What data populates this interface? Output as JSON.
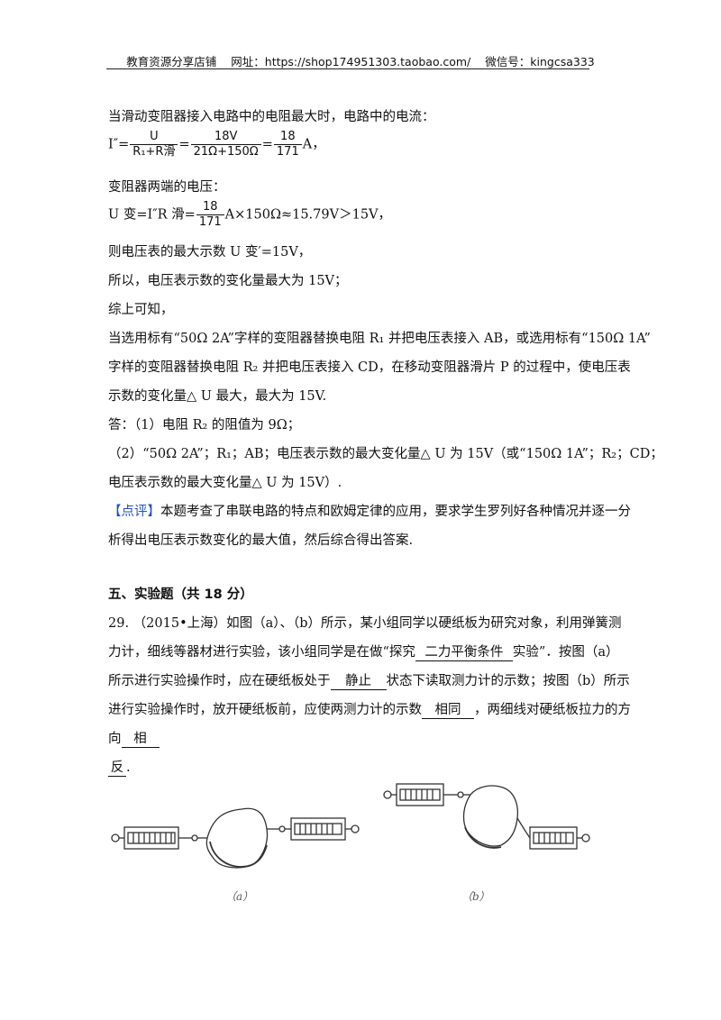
{
  "header": {
    "shop": "教育资源分享店铺",
    "url_label": "网址：https://shop174951303.taobao.com/",
    "wechat": "微信号：kingcsa333"
  },
  "lines": {
    "l1": "当滑动变阻器接入电路中的电阻最大时，电路中的电流：",
    "f1_lhs": "I″=",
    "f1_n1": "U",
    "f1_d1": "R₁+R滑",
    "f1_eq": "=",
    "f1_n2": "18V",
    "f1_d2": "21Ω+150Ω",
    "f1_eq2": "=",
    "f1_n3": "18",
    "f1_d3": "171",
    "f1_unit": "A，",
    "l3": "变阻器两端的电压：",
    "f2_lhs": "U 变=I″R 滑=",
    "f2_n": "18",
    "f2_d": "171",
    "f2_rhs": "A×150Ω≈15.79V＞15V，",
    "l5": "则电压表的最大示数 U 变′=15V，",
    "l6": "所以，电压表示数的变化量最大为 15V；",
    "l7": "综上可知，",
    "l8": "当选用标有“50Ω 2A”字样的变阻器替换电阻 R₁ 并把电压表接入 AB，或选用标有“150Ω 1A”",
    "l9": "字样的变阻器替换电阻 R₂ 并把电压表接入 CD，在移动变阻器滑片 P 的过程中，使电压表",
    "l10": "示数的变化量△ U 最大，最大为 15V.",
    "l11": "答：（1）电阻 R₂ 的阻值为 9Ω；",
    "l12": "（2）“50Ω 2A”；R₁；AB；电压表示数的最大变化量△ U 为 15V（或“150Ω 1A”；R₂；CD；",
    "l13": "电压表示数的最大变化量△ U 为 15V）.",
    "comment_tag": "【点评】",
    "l14": "本题考查了串联电路的特点和欧姆定律的应用，要求学生罗列好各种情况并逐一分",
    "l15": "析得出电压表示数变化的最大值，然后综合得出答案."
  },
  "section": {
    "title": "五、实验题（共 18 分）"
  },
  "question": {
    "q1a": "29.  （2015•上海）如图（a）、（b）所示，某小组同学以硬纸板为研究对象，利用弹簧测",
    "q2a": "力计，细线等器材进行实验，该小组同学是在做“探究",
    "blank1": "二力平衡条件",
    "q2b": "实验”．按图（a）",
    "q3a": "所示进行实验操作时，应在硬纸板处于",
    "blank2": "静止",
    "q3b": "状态下读取测力计的示数；按图（b）所示",
    "q4a": "进行实验操作时，放开硬纸板前，应使两测力计的示数",
    "blank3": "相同",
    "q4b": "，两细线对硬纸板拉力的方",
    "q5a": "向",
    "blank4": "相",
    "blank5": "反",
    "q6b": "."
  },
  "figures": {
    "cap_a": "（a）",
    "cap_b": "（b）"
  }
}
